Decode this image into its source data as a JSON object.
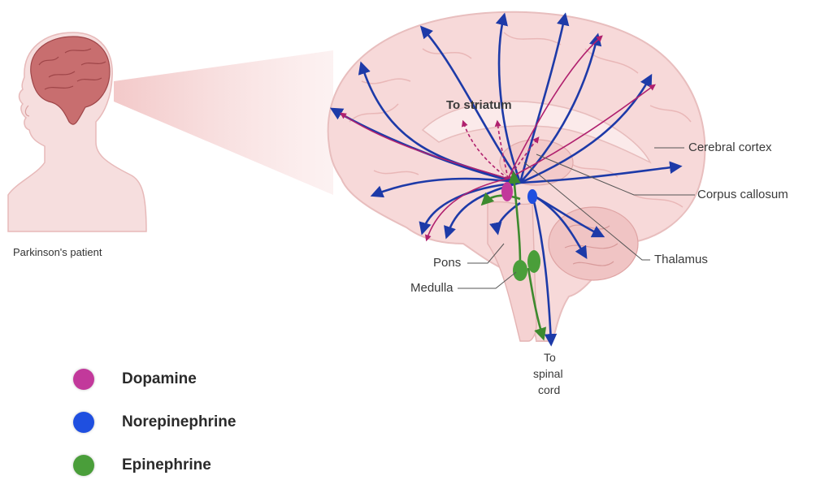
{
  "patient_label": "Parkinson's patient",
  "labels": {
    "to_striatum": "To striatum",
    "cerebral_cortex": "Cerebral cortex",
    "corpus_callosum": "Corpus callosum",
    "thalamus": "Thalamus",
    "pons": "Pons",
    "medulla": "Medulla",
    "to_spinal_cord_1": "To",
    "to_spinal_cord_2": "spinal",
    "to_spinal_cord_3": "cord"
  },
  "legend": [
    {
      "label": "Dopamine",
      "color": "#c2399b",
      "icon": "dopamine-dot"
    },
    {
      "label": "Norepinephrine",
      "color": "#1f4fe0",
      "icon": "norepinephrine-dot"
    },
    {
      "label": "Epinephrine",
      "color": "#4a9e3a",
      "icon": "epinephrine-dot"
    }
  ],
  "colors": {
    "dopamine": "#b0206e",
    "norepinephrine": "#1d3aa8",
    "epinephrine": "#3d8a2e",
    "brain_fill": "#f4cfcf",
    "brain_dark": "#b9595c"
  }
}
